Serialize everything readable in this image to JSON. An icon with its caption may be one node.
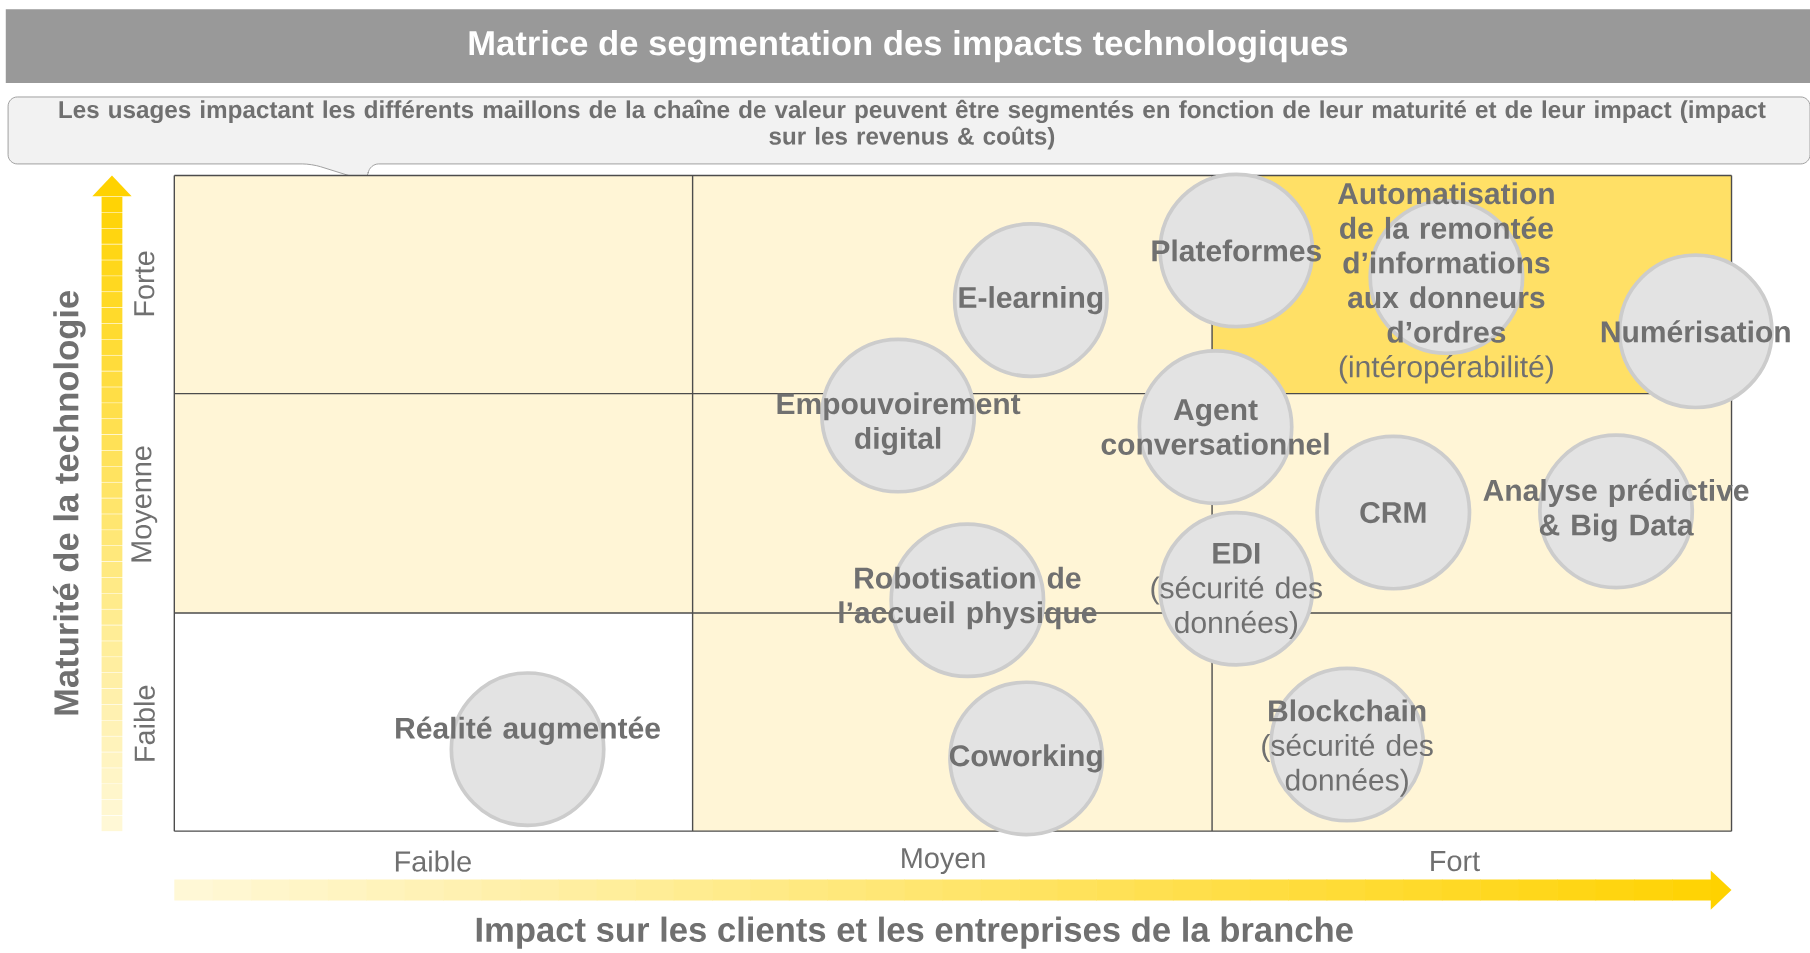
{
  "diagram": {
    "title": "Matrice de segmentation des impacts technologiques",
    "nodes": [
      {
        "text": [
          "Plateformes"
        ]
      },
      {
        "text": [
          "Automatisation de la remontée d’informations aux donneurs d’ordres",
          "(intéropérabilité)"
        ]
      },
      {
        "text": [
          "E-learning"
        ]
      },
      {
        "text": [
          "Numérisation"
        ]
      },
      {
        "text": [
          "Empouvoirement digital"
        ]
      },
      {
        "text": [
          "Agent conversationnel"
        ]
      },
      {
        "text": [
          "CRM"
        ]
      },
      {
        "text": [
          "Analyse prédictive & Big Data"
        ]
      },
      {
        "text": [
          "EDI",
          "(sécurité des données)"
        ]
      },
      {
        "text": [
          "Robotisation de l’accueil physique"
        ]
      },
      {
        "text": [
          "Réalité augmentée"
        ]
      },
      {
        "text": [
          "Coworking"
        ]
      },
      {
        "text": [
          "Blockchain",
          "(sécurité des données)"
        ]
      }
    ],
    "labels": [
      "Les usages impactant les différents maillons de la chaîne de valeur peuvent être segmentés en fonction de leur maturité et de leur impact (impact sur les revenus & coûts)",
      "Maturité de la technologie",
      "Forte",
      "Moyenne",
      "Faible",
      "Faible",
      "Moyen",
      "Fort",
      "Impact sur les clients et les entreprises de la branche"
    ]
  }
}
